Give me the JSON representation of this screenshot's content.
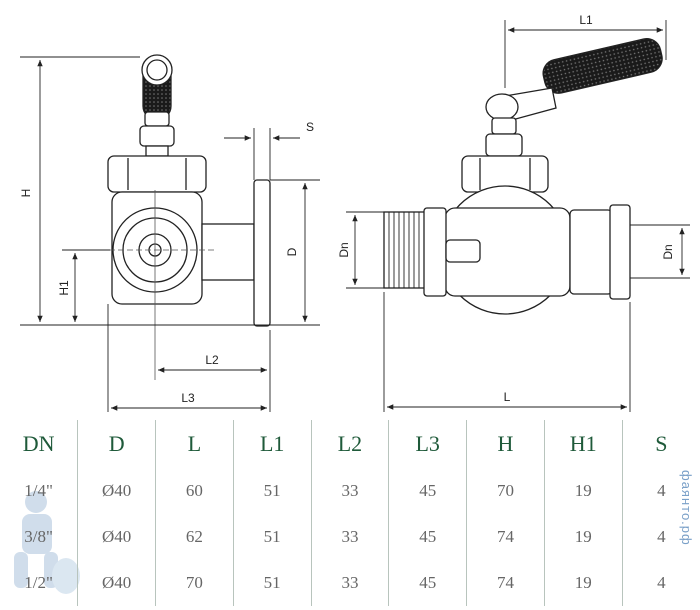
{
  "labels": {
    "H": "H",
    "H1": "H1",
    "L2": "L2",
    "L3": "L3",
    "D": "D",
    "S": "S",
    "L1": "L1",
    "L": "L",
    "Dn": "Dn"
  },
  "table": {
    "headers": [
      "DN",
      "D",
      "L",
      "L1",
      "L2",
      "L3",
      "H",
      "H1",
      "S"
    ],
    "rows": [
      [
        "1/4\"",
        "Ø40",
        "60",
        "51",
        "33",
        "45",
        "70",
        "19",
        "4"
      ],
      [
        "3/8\"",
        "Ø40",
        "62",
        "51",
        "33",
        "45",
        "74",
        "19",
        "4"
      ],
      [
        "1/2\"",
        "Ø40",
        "70",
        "51",
        "33",
        "45",
        "74",
        "19",
        "4"
      ]
    ]
  },
  "watermark": "фаянто.рф"
}
